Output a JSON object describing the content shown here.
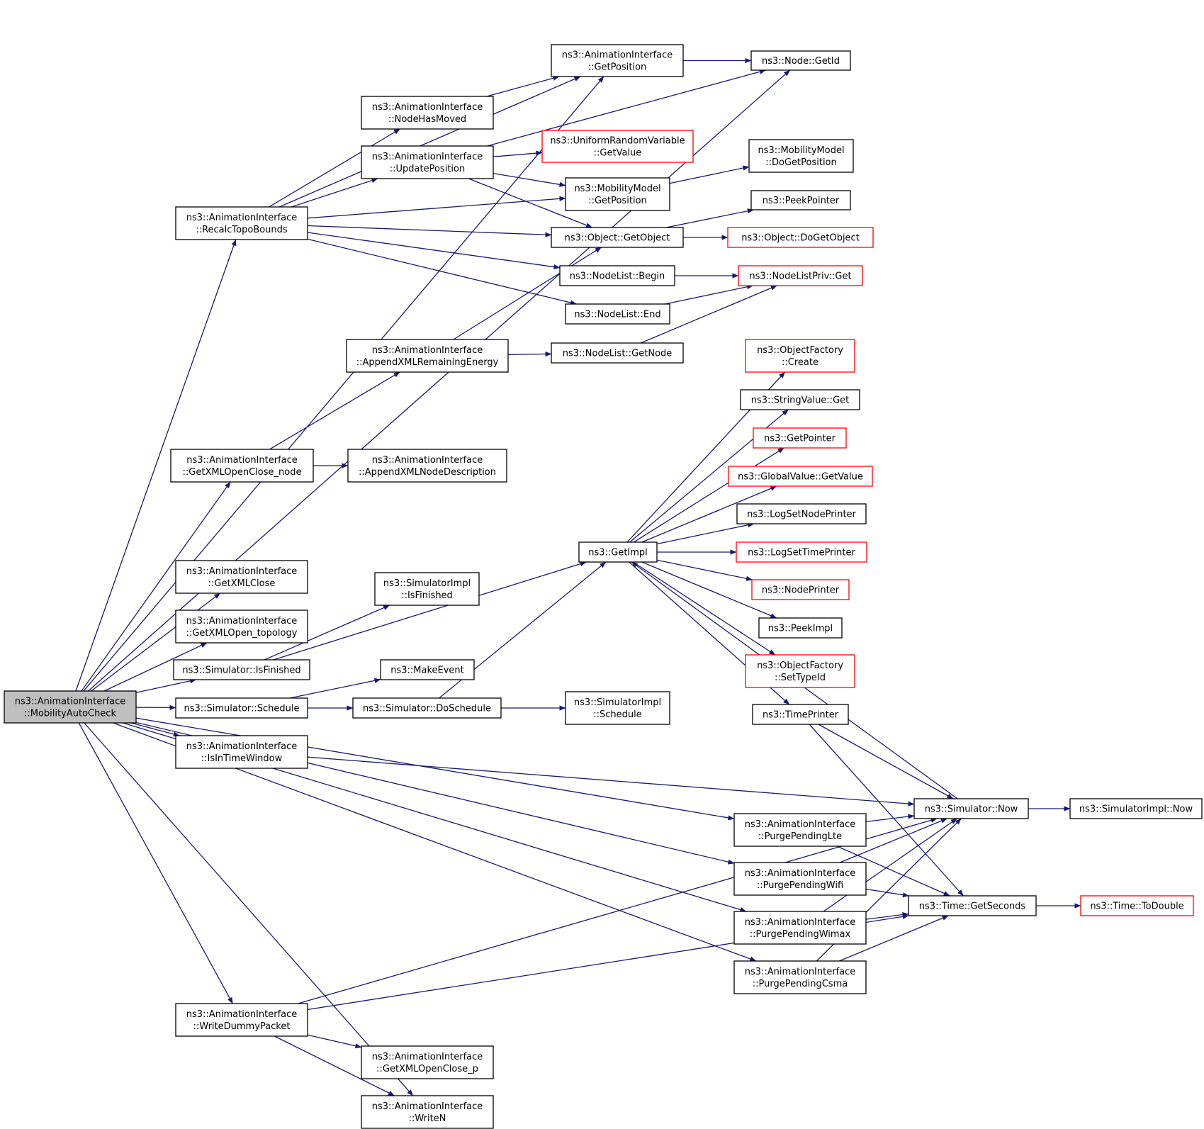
{
  "nodes": [
    {
      "id": "n0",
      "lines": [
        "ns3::AnimationInterface",
        "::MobilityAutoCheck"
      ],
      "style": "root"
    },
    {
      "id": "n1",
      "lines": [
        "ns3::AnimationInterface",
        "::GetPosition"
      ],
      "style": "normal"
    },
    {
      "id": "n2",
      "lines": [
        "ns3::Node::GetId"
      ],
      "style": "normal"
    },
    {
      "id": "n3",
      "lines": [
        "ns3::AnimationInterface",
        "::NodeHasMoved"
      ],
      "style": "normal"
    },
    {
      "id": "n4",
      "lines": [
        "ns3::AnimationInterface",
        "::UpdatePosition"
      ],
      "style": "normal"
    },
    {
      "id": "n5",
      "lines": [
        "ns3::UniformRandomVariable",
        "::GetValue"
      ],
      "style": "red"
    },
    {
      "id": "n6",
      "lines": [
        "ns3::MobilityModel",
        "::DoGetPosition"
      ],
      "style": "normal"
    },
    {
      "id": "n7",
      "lines": [
        "ns3::MobilityModel",
        "::GetPosition"
      ],
      "style": "normal"
    },
    {
      "id": "n8",
      "lines": [
        "ns3::AnimationInterface",
        "::RecalcTopoBounds"
      ],
      "style": "normal"
    },
    {
      "id": "n9",
      "lines": [
        "ns3::PeekPointer"
      ],
      "style": "normal"
    },
    {
      "id": "n10",
      "lines": [
        "ns3::Object::GetObject"
      ],
      "style": "normal"
    },
    {
      "id": "n11",
      "lines": [
        "ns3::Object::DoGetObject"
      ],
      "style": "red"
    },
    {
      "id": "n12",
      "lines": [
        "ns3::NodeList::Begin"
      ],
      "style": "normal"
    },
    {
      "id": "n13",
      "lines": [
        "ns3::NodeListPriv::Get"
      ],
      "style": "red"
    },
    {
      "id": "n14",
      "lines": [
        "ns3::NodeList::End"
      ],
      "style": "normal"
    },
    {
      "id": "n15",
      "lines": [
        "ns3::AnimationInterface",
        "::AppendXMLRemainingEnergy"
      ],
      "style": "normal"
    },
    {
      "id": "n16",
      "lines": [
        "ns3::NodeList::GetNode"
      ],
      "style": "normal"
    },
    {
      "id": "n17",
      "lines": [
        "ns3::ObjectFactory",
        "::Create"
      ],
      "style": "red"
    },
    {
      "id": "n18",
      "lines": [
        "ns3::StringValue::Get"
      ],
      "style": "normal"
    },
    {
      "id": "n19",
      "lines": [
        "ns3::GetPointer"
      ],
      "style": "red"
    },
    {
      "id": "n20",
      "lines": [
        "ns3::AnimationInterface",
        "::GetXMLOpenClose_node"
      ],
      "style": "normal"
    },
    {
      "id": "n21",
      "lines": [
        "ns3::AnimationInterface",
        "::AppendXMLNodeDescription"
      ],
      "style": "normal"
    },
    {
      "id": "n22",
      "lines": [
        "ns3::GlobalValue::GetValue"
      ],
      "style": "red"
    },
    {
      "id": "n23",
      "lines": [
        "ns3::LogSetNodePrinter"
      ],
      "style": "normal"
    },
    {
      "id": "n24",
      "lines": [
        "ns3::GetImpl"
      ],
      "style": "normal"
    },
    {
      "id": "n25",
      "lines": [
        "ns3::LogSetTimePrinter"
      ],
      "style": "red"
    },
    {
      "id": "n26",
      "lines": [
        "ns3::AnimationInterface",
        "::GetXMLClose"
      ],
      "style": "normal"
    },
    {
      "id": "n27",
      "lines": [
        "ns3::SimulatorImpl",
        "::IsFinished"
      ],
      "style": "normal"
    },
    {
      "id": "n28",
      "lines": [
        "ns3::NodePrinter"
      ],
      "style": "red"
    },
    {
      "id": "n29",
      "lines": [
        "ns3::AnimationInterface",
        "::GetXMLOpen_topology"
      ],
      "style": "normal"
    },
    {
      "id": "n30",
      "lines": [
        "ns3::PeekImpl"
      ],
      "style": "normal"
    },
    {
      "id": "n31",
      "lines": [
        "ns3::Simulator::IsFinished"
      ],
      "style": "normal"
    },
    {
      "id": "n32",
      "lines": [
        "ns3::MakeEvent"
      ],
      "style": "normal"
    },
    {
      "id": "n33",
      "lines": [
        "ns3::ObjectFactory",
        "::SetTypeId"
      ],
      "style": "red"
    },
    {
      "id": "n34",
      "lines": [
        "ns3::Simulator::Schedule"
      ],
      "style": "normal"
    },
    {
      "id": "n35",
      "lines": [
        "ns3::Simulator::DoSchedule"
      ],
      "style": "normal"
    },
    {
      "id": "n36",
      "lines": [
        "ns3::SimulatorImpl",
        "::Schedule"
      ],
      "style": "normal"
    },
    {
      "id": "n37",
      "lines": [
        "ns3::TimePrinter"
      ],
      "style": "normal"
    },
    {
      "id": "n38",
      "lines": [
        "ns3::AnimationInterface",
        "::IsInTimeWindow"
      ],
      "style": "normal"
    },
    {
      "id": "n39",
      "lines": [
        "ns3::Simulator::Now"
      ],
      "style": "normal"
    },
    {
      "id": "n40",
      "lines": [
        "ns3::SimulatorImpl::Now"
      ],
      "style": "normal"
    },
    {
      "id": "n41",
      "lines": [
        "ns3::AnimationInterface",
        "::PurgePendingLte"
      ],
      "style": "normal"
    },
    {
      "id": "n42",
      "lines": [
        "ns3::AnimationInterface",
        "::PurgePendingWifi"
      ],
      "style": "normal"
    },
    {
      "id": "n43",
      "lines": [
        "ns3::Time::GetSeconds"
      ],
      "style": "normal"
    },
    {
      "id": "n44",
      "lines": [
        "ns3::Time::ToDouble"
      ],
      "style": "red"
    },
    {
      "id": "n45",
      "lines": [
        "ns3::AnimationInterface",
        "::PurgePendingWimax"
      ],
      "style": "normal"
    },
    {
      "id": "n46",
      "lines": [
        "ns3::AnimationInterface",
        "::PurgePendingCsma"
      ],
      "style": "normal"
    },
    {
      "id": "n47",
      "lines": [
        "ns3::AnimationInterface",
        "::WriteDummyPacket"
      ],
      "style": "normal"
    },
    {
      "id": "n48",
      "lines": [
        "ns3::AnimationInterface",
        "::GetXMLOpenClose_p"
      ],
      "style": "normal"
    },
    {
      "id": "n49",
      "lines": [
        "ns3::AnimationInterface",
        "::WriteN"
      ],
      "style": "normal"
    }
  ],
  "edges": [
    [
      "n0",
      "n2"
    ],
    [
      "n0",
      "n1"
    ],
    [
      "n0",
      "n8"
    ],
    [
      "n0",
      "n20"
    ],
    [
      "n0",
      "n26"
    ],
    [
      "n0",
      "n29"
    ],
    [
      "n0",
      "n31"
    ],
    [
      "n0",
      "n34"
    ],
    [
      "n0",
      "n38"
    ],
    [
      "n0",
      "n41"
    ],
    [
      "n0",
      "n42"
    ],
    [
      "n0",
      "n45"
    ],
    [
      "n0",
      "n46"
    ],
    [
      "n0",
      "n47"
    ],
    [
      "n0",
      "n49"
    ],
    [
      "n1",
      "n2"
    ],
    [
      "n3",
      "n1"
    ],
    [
      "n4",
      "n2"
    ],
    [
      "n4",
      "n5"
    ],
    [
      "n4",
      "n7"
    ],
    [
      "n4",
      "n10"
    ],
    [
      "n7",
      "n6"
    ],
    [
      "n8",
      "n1"
    ],
    [
      "n8",
      "n3"
    ],
    [
      "n8",
      "n4"
    ],
    [
      "n8",
      "n7"
    ],
    [
      "n8",
      "n10"
    ],
    [
      "n8",
      "n12"
    ],
    [
      "n8",
      "n14"
    ],
    [
      "n10",
      "n9"
    ],
    [
      "n10",
      "n11"
    ],
    [
      "n12",
      "n13"
    ],
    [
      "n14",
      "n13"
    ],
    [
      "n16",
      "n13"
    ],
    [
      "n15",
      "n10"
    ],
    [
      "n15",
      "n16"
    ],
    [
      "n20",
      "n15"
    ],
    [
      "n20",
      "n21"
    ],
    [
      "n24",
      "n17"
    ],
    [
      "n24",
      "n18"
    ],
    [
      "n24",
      "n19"
    ],
    [
      "n24",
      "n22"
    ],
    [
      "n24",
      "n23"
    ],
    [
      "n24",
      "n25"
    ],
    [
      "n24",
      "n28"
    ],
    [
      "n24",
      "n30"
    ],
    [
      "n24",
      "n33"
    ],
    [
      "n24",
      "n37"
    ],
    [
      "n31",
      "n27"
    ],
    [
      "n31",
      "n24"
    ],
    [
      "n34",
      "n32"
    ],
    [
      "n34",
      "n35"
    ],
    [
      "n35",
      "n36"
    ],
    [
      "n35",
      "n24"
    ],
    [
      "n37",
      "n39"
    ],
    [
      "n37",
      "n43"
    ],
    [
      "n38",
      "n39"
    ],
    [
      "n39",
      "n40"
    ],
    [
      "n39",
      "n24"
    ],
    [
      "n41",
      "n39"
    ],
    [
      "n41",
      "n43"
    ],
    [
      "n42",
      "n39"
    ],
    [
      "n42",
      "n43"
    ],
    [
      "n45",
      "n39"
    ],
    [
      "n45",
      "n43"
    ],
    [
      "n46",
      "n39"
    ],
    [
      "n46",
      "n43"
    ],
    [
      "n47",
      "n39"
    ],
    [
      "n47",
      "n43"
    ],
    [
      "n47",
      "n48"
    ],
    [
      "n47",
      "n49"
    ],
    [
      "n43",
      "n44"
    ]
  ]
}
